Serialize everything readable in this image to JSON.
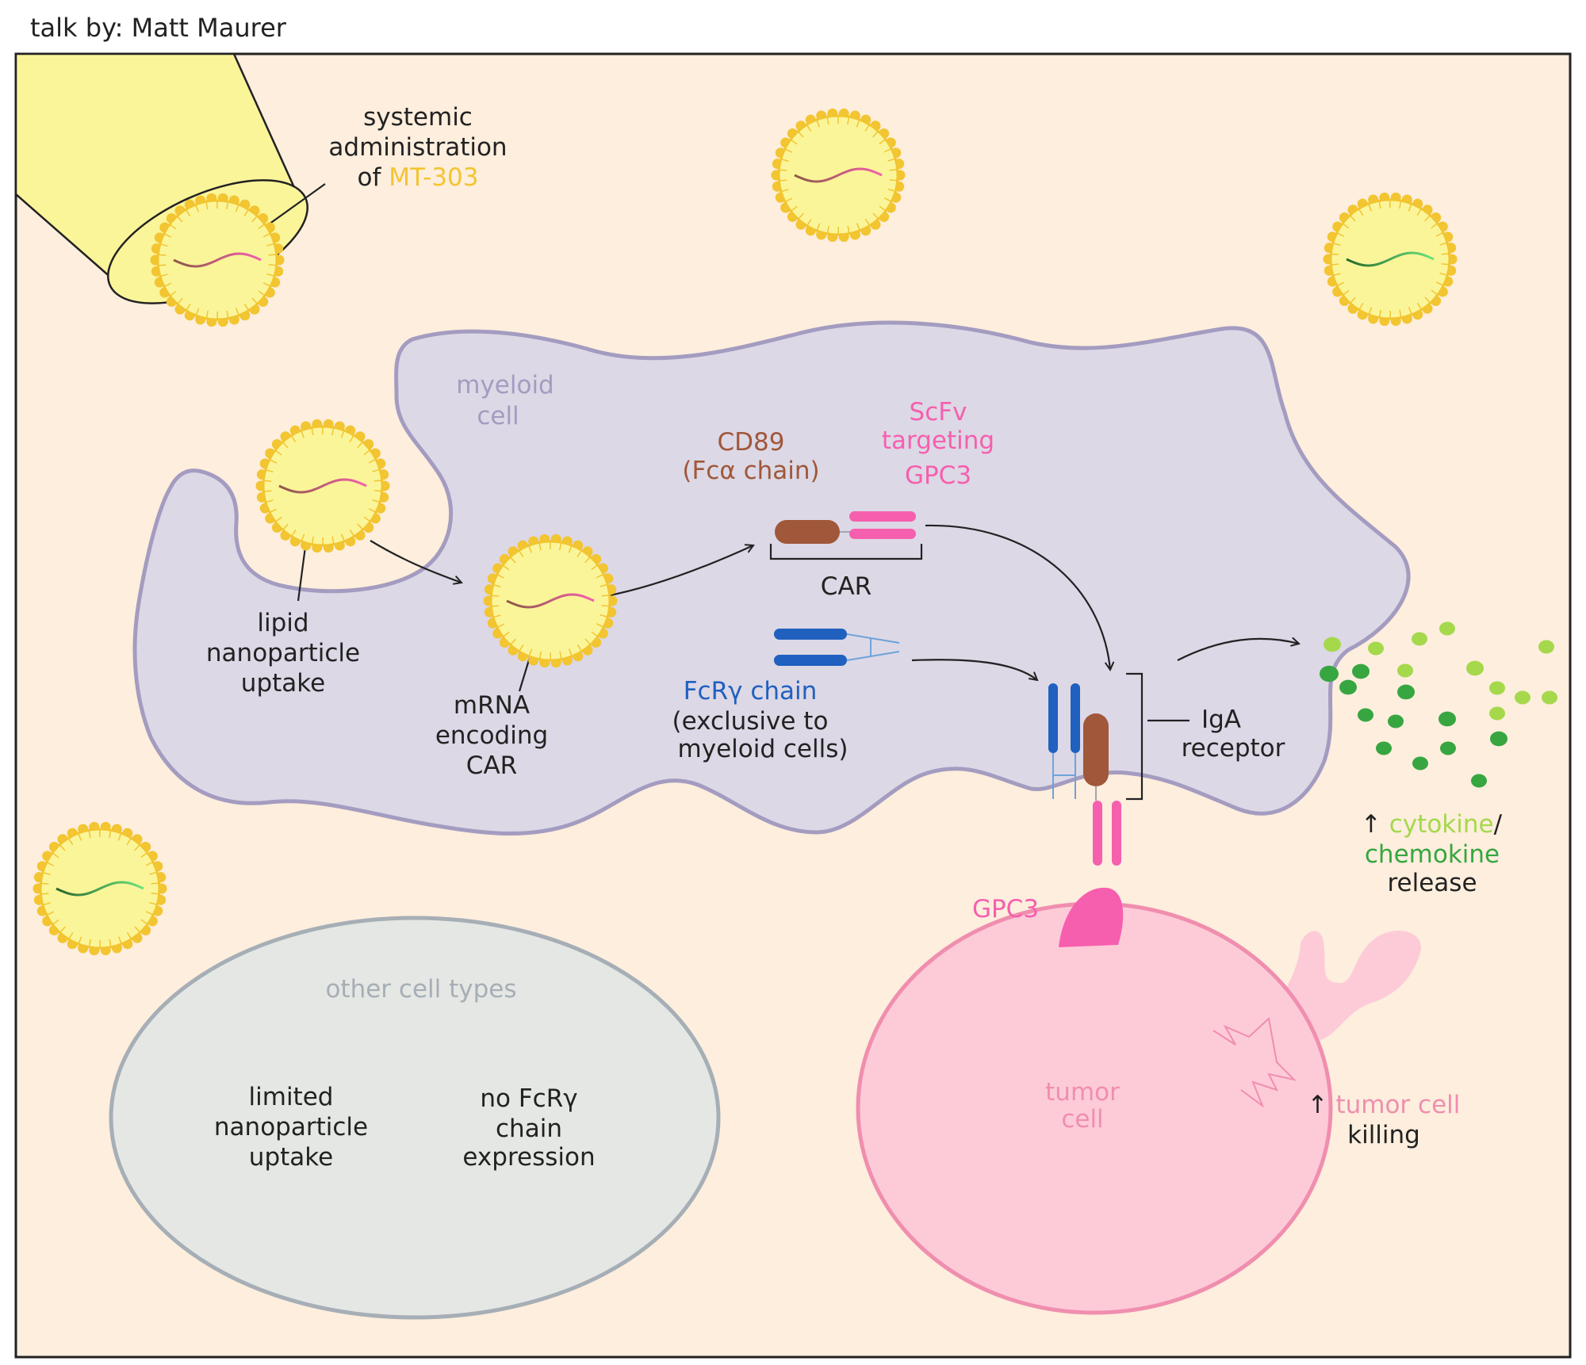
{
  "credit": "talk by: Matt Maurer",
  "colors": {
    "background": "#fdeedd",
    "lnp_fill": "#fbf59a",
    "lnp_border": "#f2c531",
    "myeloid_fill": "#dcd8e6",
    "myeloid_border": "#a49cc0",
    "other_fill": "#e4e7e3",
    "other_border": "#a6aeb6",
    "tumor_fill": "#fdcbd8",
    "tumor_border": "#f08eaf",
    "cd89": "#a0573a",
    "scfv": "#f65fae",
    "fcr": "#2060bf",
    "cytokine": "#a6d84c",
    "chemokine": "#37a641"
  },
  "admin": {
    "line1": "systemic",
    "line2": "administration",
    "of": "of",
    "drug": "MT-303"
  },
  "myeloid": {
    "line1": "myeloid",
    "line2": "cell"
  },
  "uptake": {
    "line1": "lipid",
    "line2": "nanoparticle",
    "line3": "uptake"
  },
  "mrna": {
    "line1": "mRNA",
    "line2": "encoding",
    "line3": "CAR"
  },
  "cd89": {
    "line1": "CD89",
    "line2": "(Fcα chain)"
  },
  "scfv": {
    "line1": "ScFv",
    "line2": "targeting",
    "line3": "GPC3"
  },
  "car_label": "CAR",
  "fcr": {
    "line1": "FcRγ chain",
    "line2": "(exclusive to",
    "line3": "myeloid cells)"
  },
  "iga": {
    "line1": "IgA",
    "line2": "receptor"
  },
  "release": {
    "arrow": "↑",
    "cytokine": "cytokine",
    "slash": "/",
    "chemokine": "chemokine",
    "word": "release"
  },
  "gpc3": "GPC3",
  "tumor": {
    "line1": "tumor",
    "line2": "cell"
  },
  "killing": {
    "arrow": "↑",
    "highlight": "tumor cell",
    "word": "killing"
  },
  "other": {
    "title": "other cell types",
    "left1": "limited",
    "left2": "nanoparticle",
    "left3": "uptake",
    "right1": "no FcRγ",
    "right2": "chain",
    "right3": "expression"
  }
}
